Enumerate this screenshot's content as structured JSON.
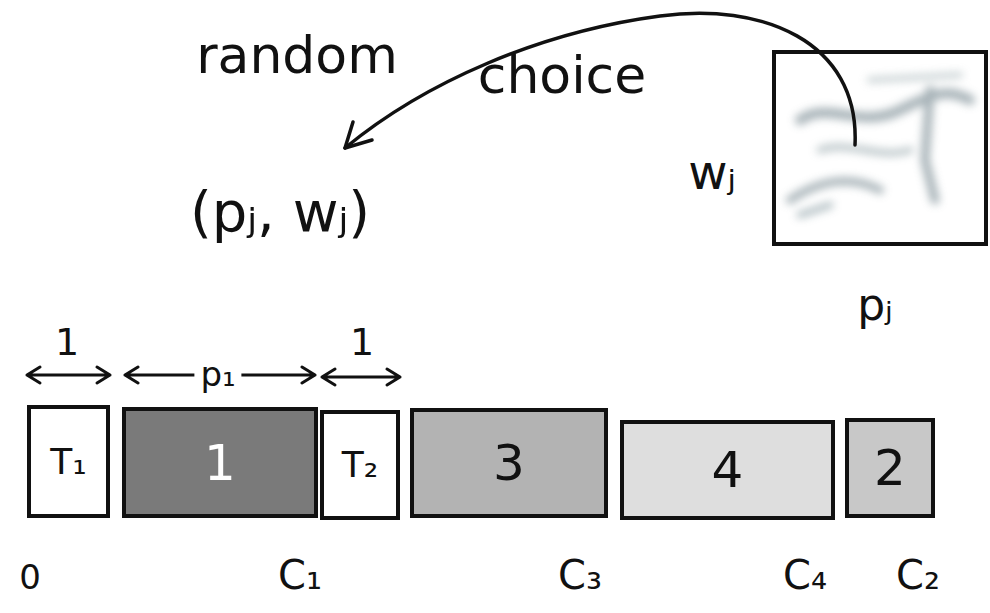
{
  "diagram": {
    "nodes": [
      {
        "text": [
          "T₁"
        ]
      },
      {
        "text": [
          "1"
        ]
      },
      {
        "text": [
          "T₂"
        ]
      },
      {
        "text": [
          "3"
        ]
      },
      {
        "text": [
          "4"
        ]
      },
      {
        "text": [
          "2"
        ]
      }
    ],
    "labels": [
      "random",
      "choice",
      "(pⱼ, wⱼ)",
      "wⱼ",
      "pⱼ",
      "1",
      "p₁",
      "1",
      "0",
      "C₁",
      "C₃",
      "C₄",
      "C₂"
    ]
  }
}
